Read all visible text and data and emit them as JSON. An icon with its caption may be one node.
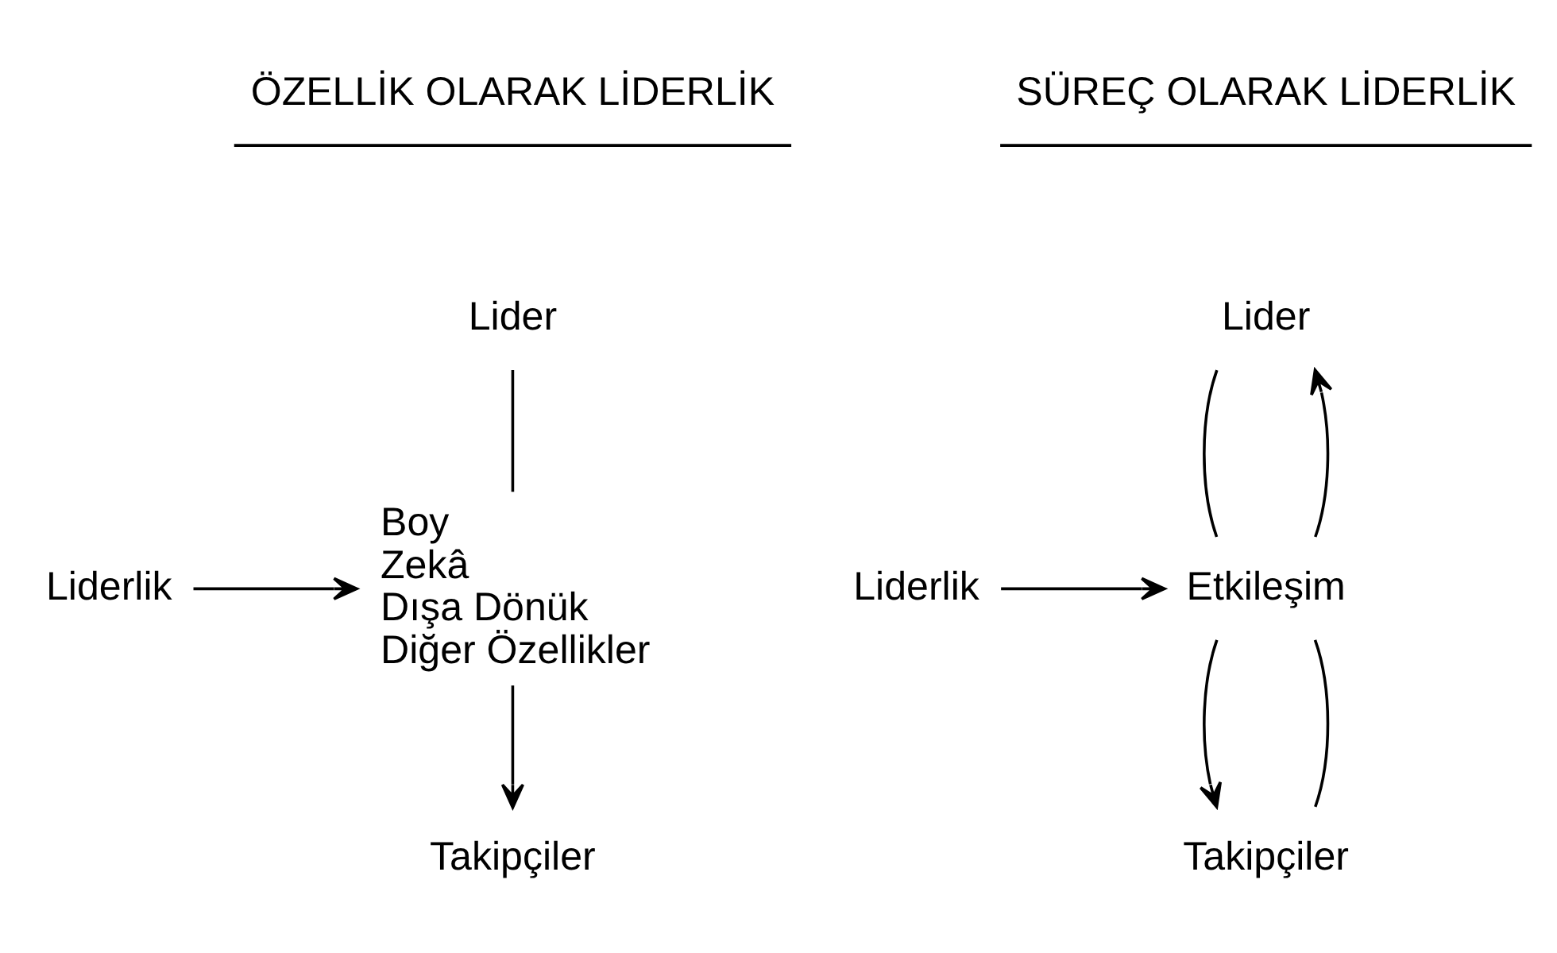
{
  "diagram": {
    "nodes": [
      {
        "text": [
          "Lider"
        ]
      },
      {
        "text": [
          "Liderlik"
        ]
      },
      {
        "text": [
          "Boy",
          "Zekâ",
          "Dışa Dönük",
          "Diğer Özellikler"
        ]
      },
      {
        "text": [
          "Takipçiler"
        ]
      },
      {
        "text": [
          "Lider"
        ]
      },
      {
        "text": [
          "Liderlik"
        ]
      },
      {
        "text": [
          "Etkileşim"
        ]
      },
      {
        "text": [
          "Takipçiler"
        ]
      }
    ],
    "edges": [
      {
        "from": 0,
        "to": 2,
        "arrow": "none"
      },
      {
        "from": 1,
        "to": 2,
        "arrow": "to"
      },
      {
        "from": 2,
        "to": 3,
        "arrow": "to"
      },
      {
        "from": 4,
        "to": 6,
        "arrow": "none"
      },
      {
        "from": 6,
        "to": 4,
        "arrow": "to"
      },
      {
        "from": 5,
        "to": 6,
        "arrow": "to"
      },
      {
        "from": 6,
        "to": 7,
        "arrow": "to"
      },
      {
        "from": 6,
        "to": 7,
        "arrow": "none"
      }
    ],
    "labels": [
      "ÖZELLİK OLARAK LİDERLİK",
      "SÜREÇ OLARAK LİDERLİK"
    ]
  }
}
